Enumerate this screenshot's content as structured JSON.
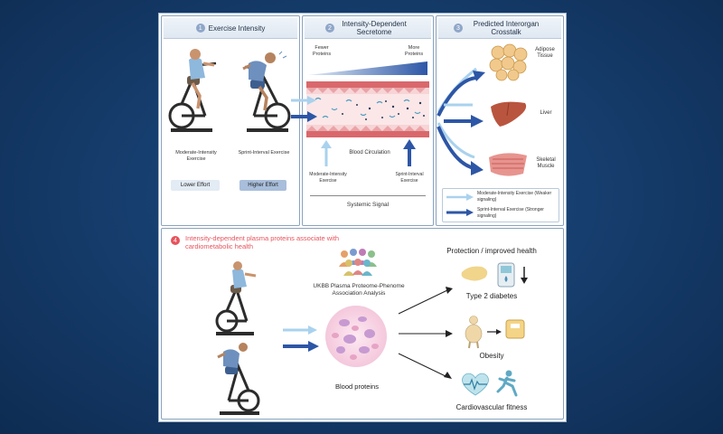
{
  "panel1": {
    "number": "1",
    "title": "Exercise Intensity",
    "moderate_label": "Moderate-Intensity Exercise",
    "sprint_label": "Sprint-Interval Exercise",
    "lower_effort": "Lower Effort",
    "higher_effort": "Higher Effort"
  },
  "panel2": {
    "number": "2",
    "title": "Intensity-Dependent Secretome",
    "fewer_proteins": "Fewer Proteins",
    "more_proteins": "More Proteins",
    "blood_circulation": "Blood Circulation",
    "moderate_label": "Moderate-Intensity Exercise",
    "sprint_label": "Sprint-Interval Exercise",
    "systemic_signal": "Systemic Signal"
  },
  "panel3": {
    "number": "3",
    "title": "Predicted Interorgan Crosstalk",
    "organs": [
      "Adipose Tissue",
      "Liver",
      "Skeletal Muscle"
    ],
    "legend": [
      {
        "label": "Moderate-Intensity Exercise (Weaker signaling)",
        "color": "#a9d2ee"
      },
      {
        "label": "Sprint-Interval Exercise (Stronger signaling)",
        "color": "#2d56a6"
      }
    ]
  },
  "panel4": {
    "number": "4",
    "title": "Intensity-dependent plasma proteins associate with cardiometabolic health",
    "ukbb_label": "UKBB Plasma Proteome-Phenome Association Analysis",
    "blood_proteins": "Blood proteins",
    "protection_header": "Protection / improved health",
    "outcomes": [
      "Type 2 diabetes",
      "Obesity",
      "Cardiovascular fitness"
    ]
  },
  "colors": {
    "light_arrow": "#a9d2ee",
    "dark_arrow": "#2d56a6",
    "title_red": "#e6545d"
  }
}
